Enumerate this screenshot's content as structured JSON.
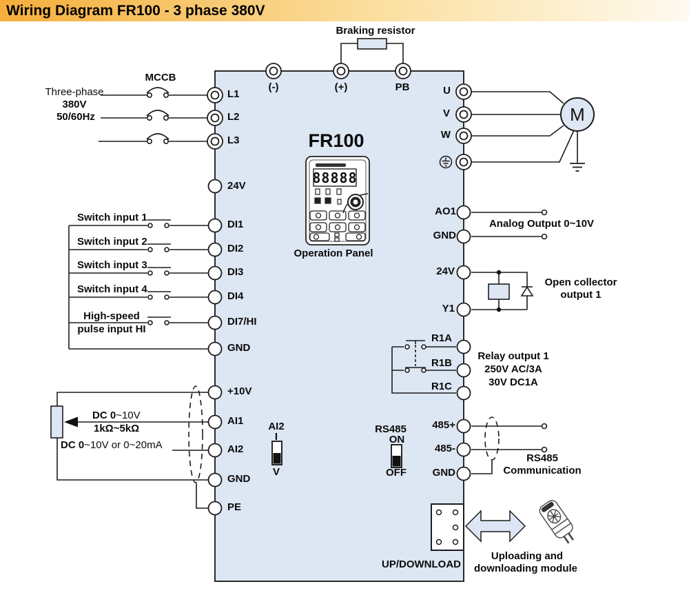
{
  "title": "Wiring Diagram FR100 - 3 phase 380V",
  "colors": {
    "titlebar_left": "#f5ae3b",
    "titlebar_right": "#fefaf0",
    "enclosure_fill": "#dde6f3",
    "line": "#1b1b1b"
  },
  "device": {
    "model": "FR100",
    "panel_caption": "Operation Panel",
    "display": "88888"
  },
  "supply": {
    "name": "Three-phase",
    "voltage": "380V",
    "frequency": "50/60Hz",
    "breaker": "MCCB"
  },
  "terminals": {
    "top": [
      "(-)",
      "(+)",
      "PB"
    ],
    "power_in": [
      "L1",
      "L2",
      "L3"
    ],
    "motor_out": [
      "U",
      "V",
      "W"
    ],
    "left": [
      "24V",
      "DI1",
      "DI2",
      "DI3",
      "DI4",
      "DI7/HI",
      "GND",
      "+10V",
      "AI1",
      "AI2",
      "GND",
      "PE"
    ],
    "right": [
      "AO1",
      "GND",
      "24V",
      "Y1",
      "R1A",
      "R1B",
      "R1C",
      "485+",
      "485-",
      "GND"
    ],
    "updownload": "UP/DOWNLOAD"
  },
  "annotations": {
    "braking_resistor": "Braking resistor",
    "motor": "M",
    "switch_inputs": [
      "Switch input 1",
      "Switch input 2",
      "Switch input 3",
      "Switch input 4"
    ],
    "high_speed_1": "High-speed",
    "high_speed_2": "pulse input HI",
    "ai1_bold": "DC 0",
    "ai1_rest": "~10V",
    "ai1_range": "1kΩ~5kΩ",
    "ai2_bold": "DC 0",
    "ai2_rest": "~10V or 0~20mA",
    "analog_output": "Analog Output 0~10V",
    "open_collector_1": "Open collector",
    "open_collector_2": "output 1",
    "relay_1": "Relay output 1",
    "relay_2": "250V AC/3A",
    "relay_3": "30V DC1A",
    "rs485_1": "RS485",
    "rs485_2": "Communication",
    "upload_1": "Uploading and",
    "upload_2": "downloading module"
  },
  "switches": {
    "ai2": {
      "label": "AI2",
      "top": "I",
      "bottom": "V"
    },
    "rs485": {
      "label": "RS485",
      "top": "ON",
      "bottom": "OFF"
    }
  }
}
